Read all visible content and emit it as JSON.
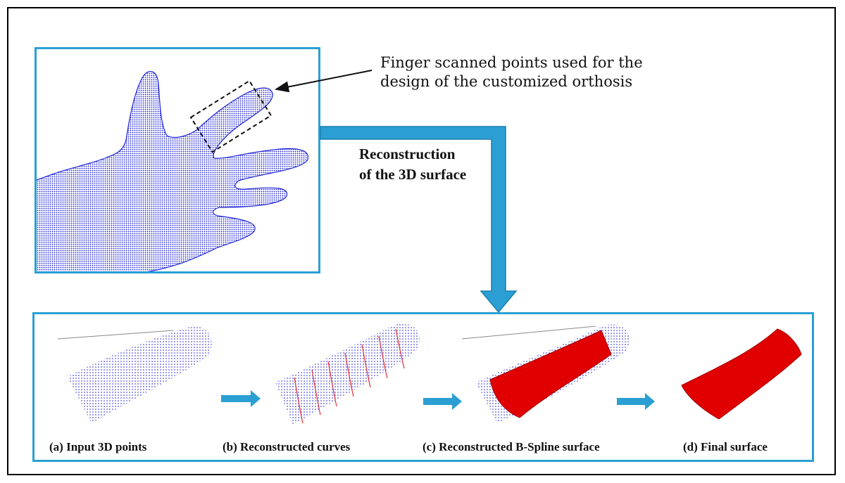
{
  "colors": {
    "accent": "#2b9fd4",
    "points": "#1f24d6",
    "surface": "#e00000",
    "curves": "#e0303a"
  },
  "annotation": "Finger scanned points used for the\ndesign of the customized orthosis",
  "process_label": "Reconstruction\nof the 3D surface",
  "captions": [
    "(a) Input 3D points",
    "(b) Reconstructed curves",
    "(c) Reconstructed B-Spline surface",
    "(d) Final surface"
  ]
}
